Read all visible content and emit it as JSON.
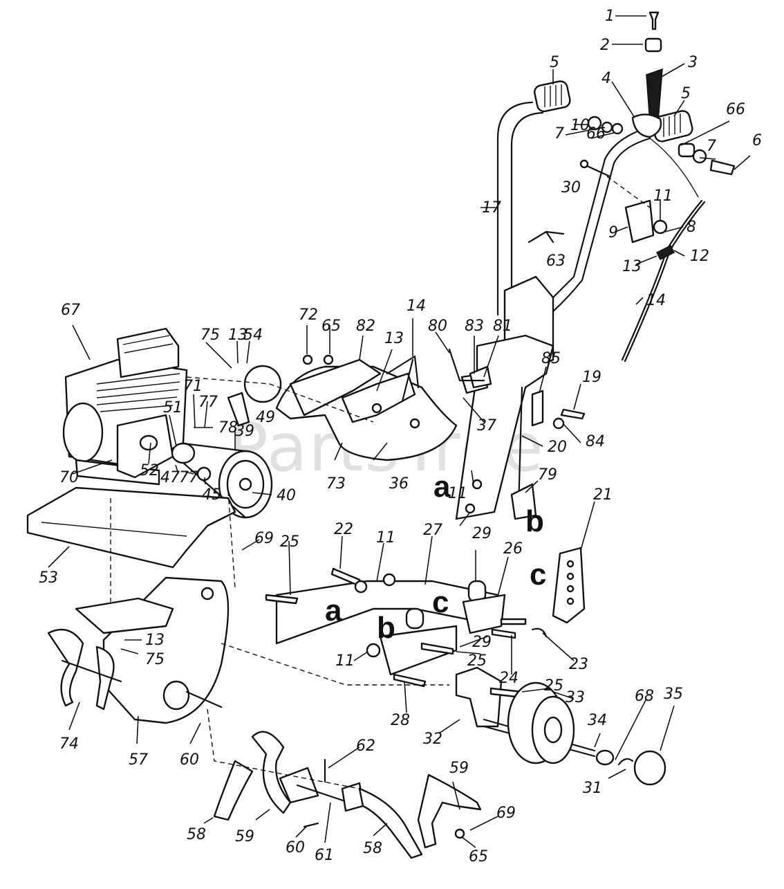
{
  "watermark": "PartsTree",
  "letters": [
    "a",
    "b",
    "c",
    "a",
    "b",
    "c"
  ],
  "callouts": [
    "1",
    "2",
    "3",
    "4",
    "5",
    "5",
    "66",
    "10",
    "7",
    "66",
    "7",
    "6",
    "30",
    "17",
    "11",
    "9",
    "8",
    "63",
    "13",
    "12",
    "14",
    "67",
    "75",
    "13",
    "54",
    "72",
    "65",
    "82",
    "13",
    "14",
    "80",
    "83",
    "81",
    "85",
    "19",
    "71",
    "77",
    "51",
    "78",
    "39",
    "49",
    "37",
    "20",
    "84",
    "70",
    "52",
    "47",
    "77",
    "45",
    "40",
    "73",
    "36",
    "11",
    "79",
    "21",
    "69",
    "53",
    "22",
    "11",
    "27",
    "29",
    "26",
    "25",
    "13",
    "75",
    "29",
    "25",
    "24",
    "23",
    "11",
    "28",
    "25",
    "33",
    "68",
    "35",
    "34",
    "32",
    "74",
    "57",
    "60",
    "62",
    "59",
    "31",
    "58",
    "59",
    "60",
    "61",
    "58",
    "69",
    "65"
  ]
}
